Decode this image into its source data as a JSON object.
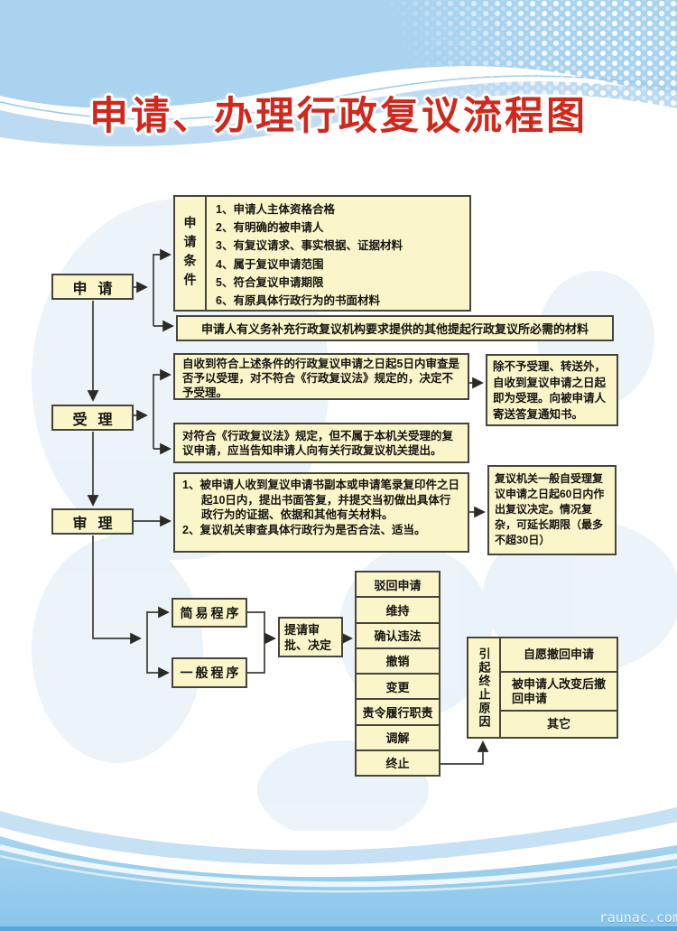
{
  "title": "申请、办理行政复议流程图",
  "watermark": "raunac.com",
  "colors": {
    "title_red": "#d0281c",
    "box_fill": "#fbf6ca",
    "box_border": "#45453d",
    "header_blue": "#a9d3ef",
    "footer_blue": "#8ec9ec",
    "bottom_line_blue": "#57a6da"
  },
  "flow": {
    "stages": [
      {
        "label": "申请"
      },
      {
        "label": "受理"
      },
      {
        "label": "审理"
      }
    ],
    "conditions": {
      "label": "申请条件",
      "items": [
        "1、申请人主体资格合格",
        "2、有明确的被申请人",
        "3、有复议请求、事实根据、证据材料",
        "4、属于复议申请范围",
        "5、符合复议申请期限",
        "6、有原具体行政行为的书面材料"
      ]
    },
    "supplement": "申请人有义务补充行政复议机构要求提供的其他提起行政复议所必需的材料",
    "acceptance": {
      "box1": "自收到符合上述条件的行政复议申请之日起5日内审查是否予以受理，对不符合《行政复议法》规定的，决定不予受理。",
      "box2": "对符合《行政复议法》规定，但不属于本机关受理的复议申请，应当告知申请人向有关行政复议机关提出。",
      "note": "除不予受理、转送外，自收到复议申请之日起即为受理。向被申请人寄送答复通知书。"
    },
    "review": {
      "items": [
        "1、被申请人收到复议申请书副本或申请笔录复印件之日起10日内，提出书面答复，并提交当初做出具体行政行为的证据、依据和其他有关材料。",
        "2、复议机关审查具体行政行为是否合法、适当。"
      ],
      "note": "复议机关一般自受理复议申请之日起60日内作出复议决定。情况复杂，可延长期限（最多不超30日）"
    },
    "procedures": [
      {
        "label": "简易程序"
      },
      {
        "label": "一般程序"
      }
    ],
    "submit": "提请审批、决定",
    "outcomes": [
      "驳回申请",
      "维持",
      "确认违法",
      "撤销",
      "变更",
      "责令履行职责",
      "调解",
      "终止"
    ],
    "termination": {
      "label": "引起终止原因",
      "reasons": [
        "自愿撤回申请",
        "被申请人改变后撤回申请",
        "其它"
      ]
    }
  }
}
